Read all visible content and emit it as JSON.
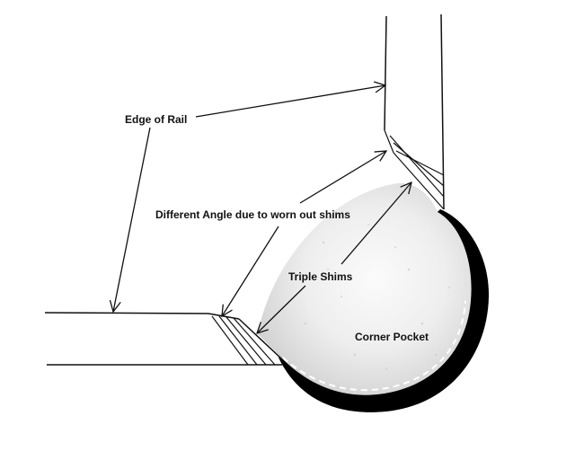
{
  "labels": {
    "edge_of_rail": "Edge of Rail",
    "different_angle": "Different Angle due to worn out shims",
    "triple_shims": "Triple Shims",
    "corner_pocket": "Corner Pocket"
  },
  "colors": {
    "line": "#111111",
    "pocket_rim": "#000000",
    "pocket_fill": "#e4e4e4",
    "background": "#ffffff"
  }
}
